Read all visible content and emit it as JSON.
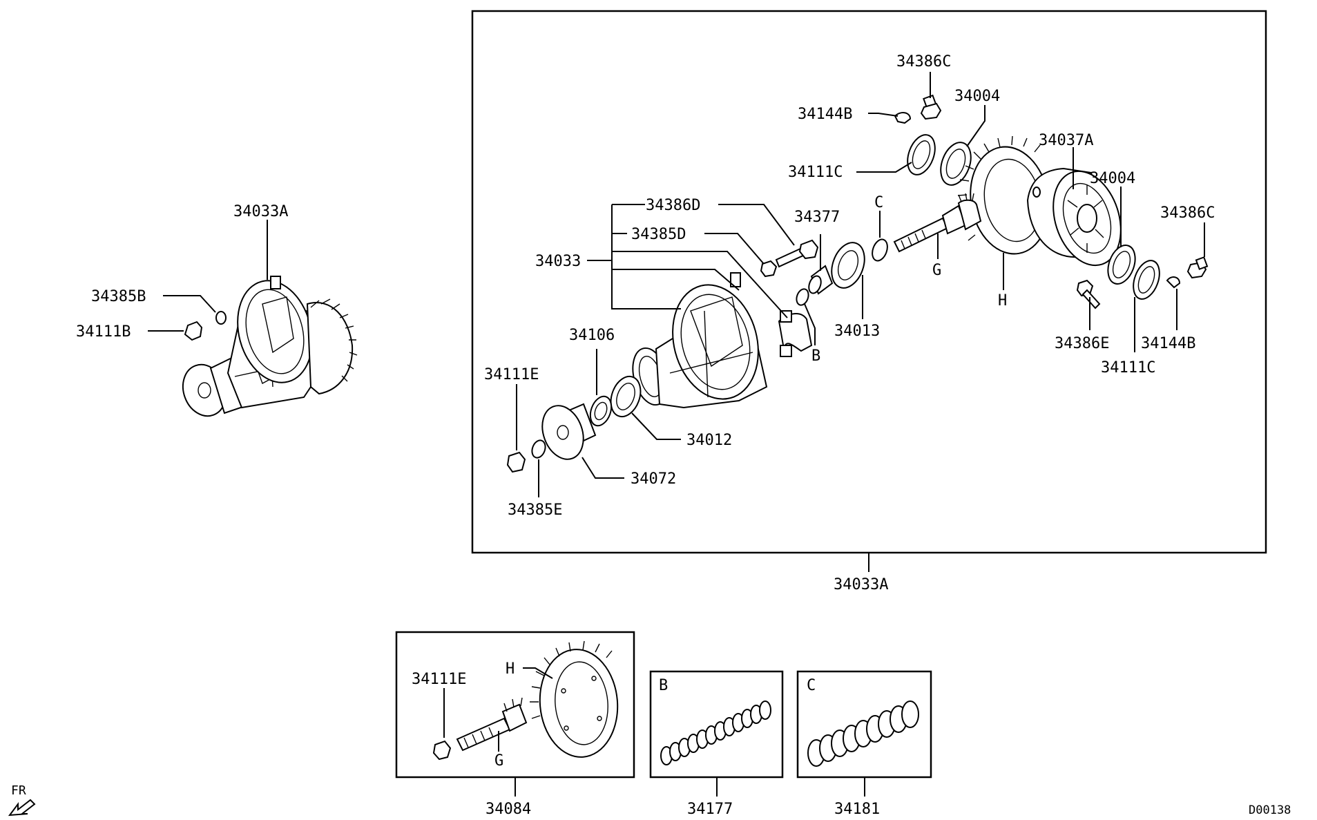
{
  "labels": {
    "assy_left": "34033A",
    "p34385B": "34385B",
    "p34111B": "34111B",
    "p34386C_top": "34386C",
    "p34144B_top": "34144B",
    "p34004_top": "34004",
    "p34111C_top": "34111C",
    "p34037A": "34037A",
    "p34004_right": "34004",
    "p34386C_right": "34386C",
    "p34386D": "34386D",
    "p34385D": "34385D",
    "p34033": "34033",
    "p34377": "34377",
    "letter_C": "C",
    "letter_G": "G",
    "letter_H": "H",
    "letter_B": "B",
    "p34013": "34013",
    "p34386E": "34386E",
    "p34144B_right": "34144B",
    "p34111C_right": "34111C",
    "p34106": "34106",
    "p34111E": "34111E",
    "p34012": "34012",
    "p34072": "34072",
    "p34385E": "34385E",
    "assy_main": "34033A",
    "kit_34111E": "34111E",
    "kit_H": "H",
    "kit_G": "G",
    "kit_34084": "34084",
    "shim_B": "B",
    "shim_34177": "34177",
    "shim_C": "C",
    "shim_34181": "34181",
    "fr": "FR",
    "code": "D00138"
  }
}
